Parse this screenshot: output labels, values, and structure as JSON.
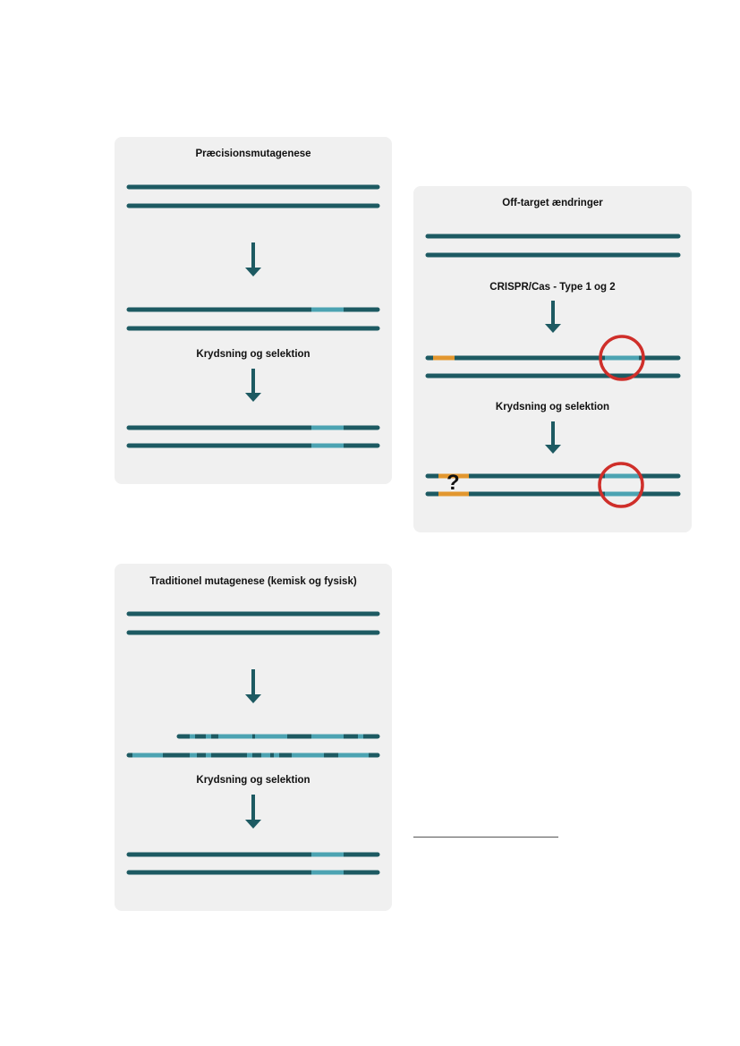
{
  "colors": {
    "dna": "#1d5a62",
    "edit": "#4ca3b2",
    "offtarget": "#e2972f",
    "circle": "#cf2f2a",
    "panel": "#f0f0f0",
    "arrow": "#1d5a62"
  },
  "panels": {
    "precision": {
      "title": "Præcisionsmutagenese",
      "step_label": "Krydsning og selektion"
    },
    "offtarget": {
      "title": "Off-target ændringer",
      "method_label": "CRISPR/Cas - Type 1 og 2",
      "step_label": "Krydsning og selektion",
      "unknown_mark": "?"
    },
    "traditional": {
      "title": "Traditionel mutagenese (kemisk og fysisk)",
      "step_label": "Krydsning og selektion"
    }
  }
}
